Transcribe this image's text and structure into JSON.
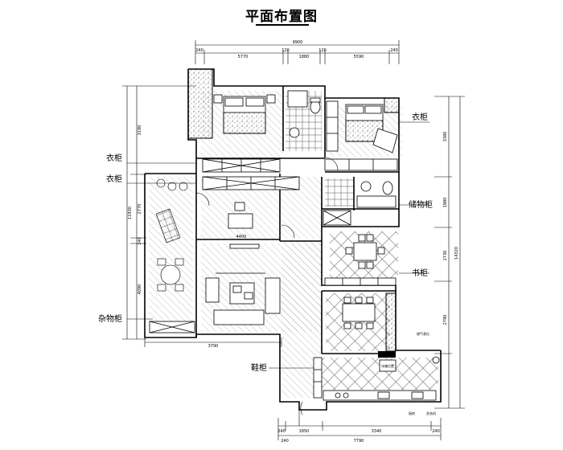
{
  "title": "平面布置图",
  "room_labels": {
    "wardrobe_left_1": "衣柜",
    "wardrobe_left_2": "衣柜",
    "wardrobe_right": "衣柜",
    "storage_cabinet": "储物柜",
    "side_cabinet": "书柜",
    "sundries_cabinet": "杂物柜",
    "shoe_cabinet": "鞋柜"
  },
  "dimensions": {
    "top_total": "9900",
    "top_1": "240",
    "top_2": "5770",
    "top_3": "120",
    "top_4": "1880",
    "top_5": "120",
    "top_6": "5590",
    "top_7": "240",
    "left_1": "3190",
    "left_2": "2770",
    "left_total": "11930",
    "left_3": "240",
    "left_4": "4090",
    "right_1": "3380",
    "right_2": "1980",
    "right_3": "2730",
    "right_total": "14320",
    "right_4": "2790",
    "mid_width": "4400",
    "bottom_left": "3790",
    "bottom_1": "240",
    "bottom_2": "1850",
    "bottom_3": "3340",
    "bottom_4": "240",
    "bottom_total": "7790",
    "bottom_5": "240"
  },
  "small_notes": {
    "fridge_note": "冰箱位置",
    "kitchen_note_1": "厨房",
    "kitchen_note_2": "洗衣机",
    "appliance_note": "燃气表位"
  }
}
